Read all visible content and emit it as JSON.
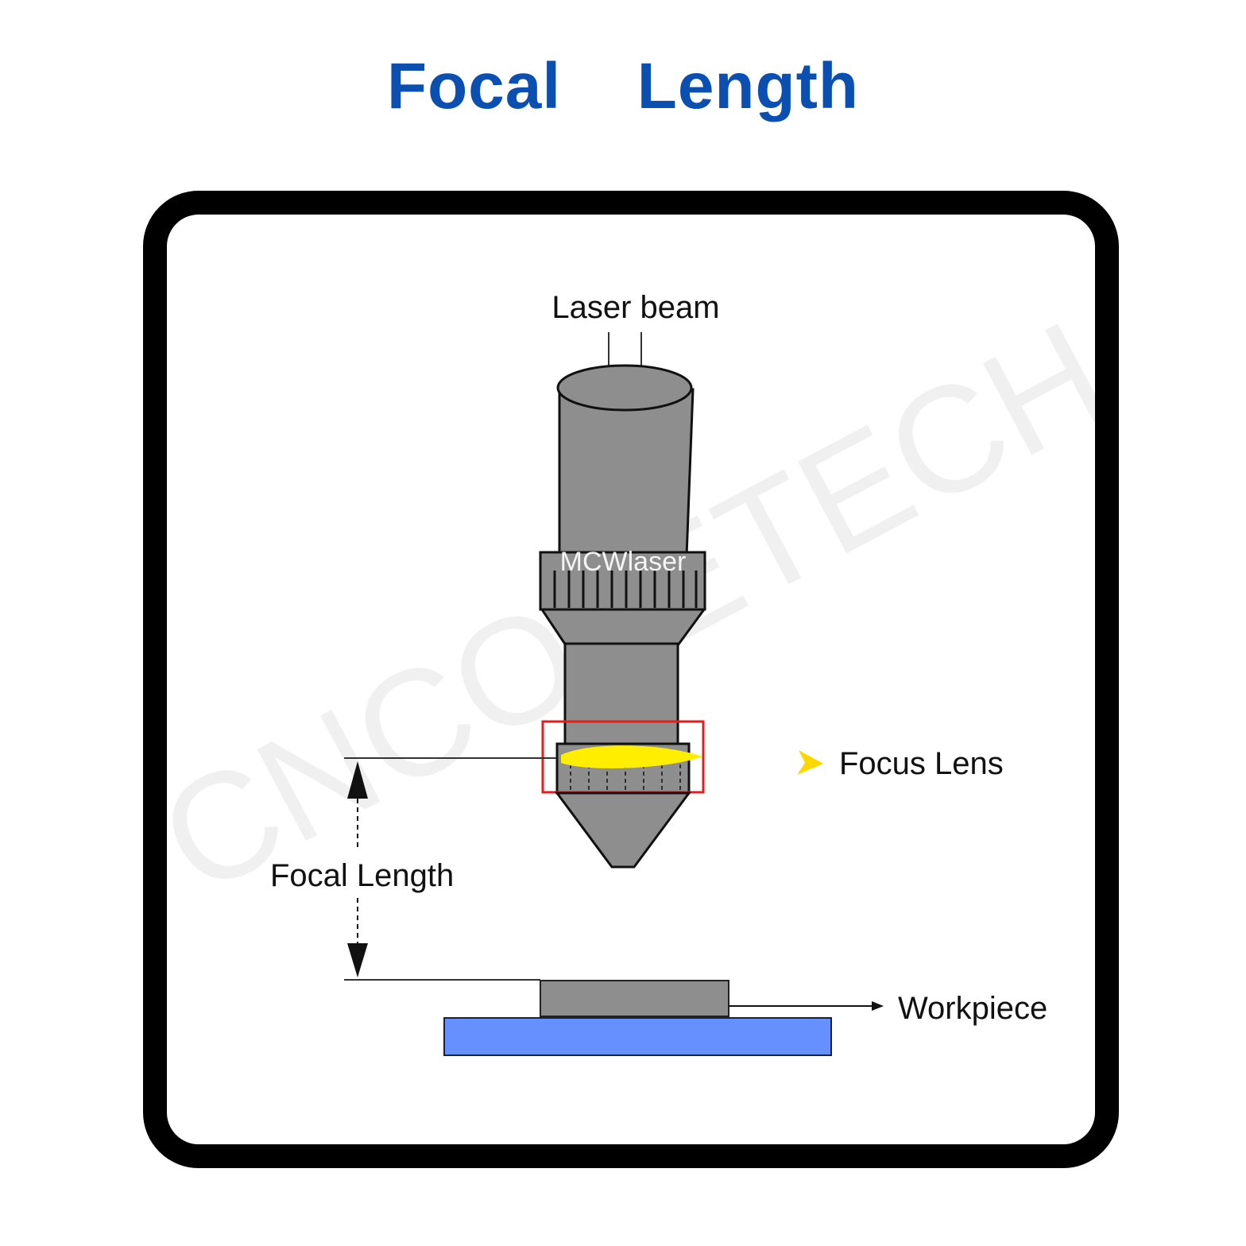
{
  "title": "Focal  Length",
  "labels": {
    "laser_beam": "Laser beam",
    "focus_lens": "Focus Lens",
    "focal_length": "Focal Length",
    "workpiece": "Workpiece"
  },
  "watermarks": {
    "ring_text": "MCWlaser",
    "diagonal": "CNCOLETECH"
  },
  "colors": {
    "title": "#0b4fb0",
    "frame": "#000000",
    "head_body": "#8e8e8e",
    "lens": "#ffee00",
    "highlight_box": "#e02020",
    "focus_pointer": "#ffd700",
    "workpiece": "#8e8e8e",
    "bed": "#6690ff"
  },
  "icons": {
    "focus_pointer": "triangle-pointer-icon",
    "arrow_up": "arrow-up-icon",
    "arrow_down": "arrow-down-icon",
    "arrow_right": "arrow-right-icon"
  }
}
